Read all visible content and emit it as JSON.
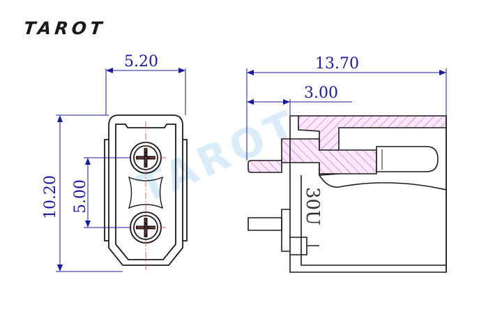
{
  "brand": {
    "logo_text": "TAROT",
    "watermark_text": "TAROT"
  },
  "front_view": {
    "width_dim": "5.20",
    "height_dim": "10.20",
    "pin_pitch_dim": "5.00"
  },
  "side_view": {
    "length_dim": "13.70",
    "pin_offset_dim": "3.00",
    "body_marking": "30U"
  },
  "colors": {
    "dimension": "#1a1a9e",
    "outline": "#1a1a1a",
    "section_hatch": "#d040d0",
    "centerline": "#e05050",
    "watermark": "#cfe6f8"
  }
}
